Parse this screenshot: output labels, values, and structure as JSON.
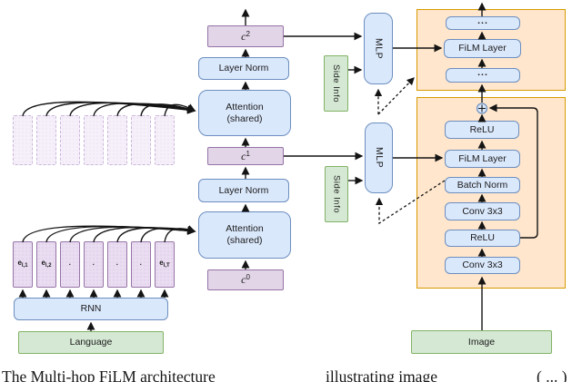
{
  "figure": {
    "labels": {
      "layer_norm": "Layer Norm",
      "attention_line1": "Attention",
      "attention_line2": "(shared)",
      "rnn": "RNN",
      "language": "Language",
      "image": "Image",
      "mlp": "MLP",
      "side_info": "Side Info",
      "film_layer": "FiLM Layer",
      "relu": "ReLU",
      "batch_norm": "Batch Norm",
      "conv": "Conv 3x3",
      "ellipsis": "...",
      "plus": "+"
    },
    "context_vectors": {
      "c2": {
        "base": "c",
        "sup": "2"
      },
      "c1": {
        "base": "c",
        "sup": "1"
      },
      "c0": {
        "base": "c",
        "sup": "0"
      }
    },
    "embedding_tokens": [
      {
        "base": "e",
        "sub": "l,1"
      },
      {
        "base": "e",
        "sub": "l,2"
      },
      {
        "dot": "·"
      },
      {
        "dot": "·"
      },
      {
        "dot": "·"
      },
      {
        "dot": "·"
      },
      {
        "base": "e",
        "sub": "l,T"
      }
    ],
    "caption": {
      "segment1": "The Multi-hop FiLM architecture",
      "segment2": "illustrating image",
      "segment3": "( ... )"
    },
    "colors": {
      "purple_fill": "#E1D5E7",
      "purple_stroke": "#9673A6",
      "blue_fill": "#DAE8FC",
      "blue_stroke": "#6C8EBF",
      "green_fill": "#D5E8D4",
      "green_stroke": "#82B366",
      "orange_fill": "#FFE6CC",
      "orange_stroke": "#D79B00",
      "faded_token_fill": "#F6F0FA",
      "line": "#141414"
    }
  }
}
